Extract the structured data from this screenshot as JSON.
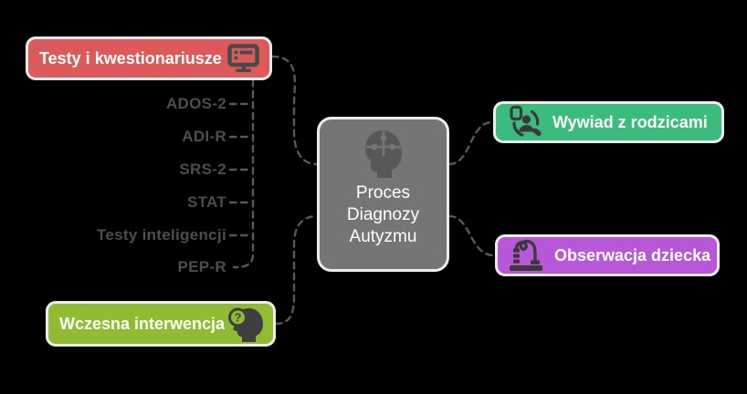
{
  "background_color": "#000000",
  "connector_color": "#585858",
  "central_node": {
    "label": "Proces Diagnozy Autyzmu",
    "lines": [
      "Proces",
      "Diagnozy",
      "Autyzmu"
    ],
    "icon": "autism-head-puzzle-icon",
    "color": "#757575",
    "text_color": "#ffffff"
  },
  "branches": {
    "tests": {
      "label": "Testy i kwestionariusze",
      "icon": "computer-monitor-icon",
      "color": "#dd5a5a",
      "children": [
        "ADOS-2",
        "ADI-R",
        "SRS-2",
        "STAT",
        "Testy inteligencji",
        "PEP-R"
      ]
    },
    "interview": {
      "label": "Wywiad z rodzicami",
      "icon": "person-survey-icon",
      "color": "#3bbc7d"
    },
    "observation": {
      "label": "Obserwacja dziecka",
      "icon": "activity-route-icon",
      "color": "#b857d8"
    },
    "early_intervention": {
      "label": "Wczesna interwencja",
      "icon": "head-magnifier-icon",
      "color": "#8fbc30"
    }
  },
  "child_text_color": "#4d4d4d"
}
